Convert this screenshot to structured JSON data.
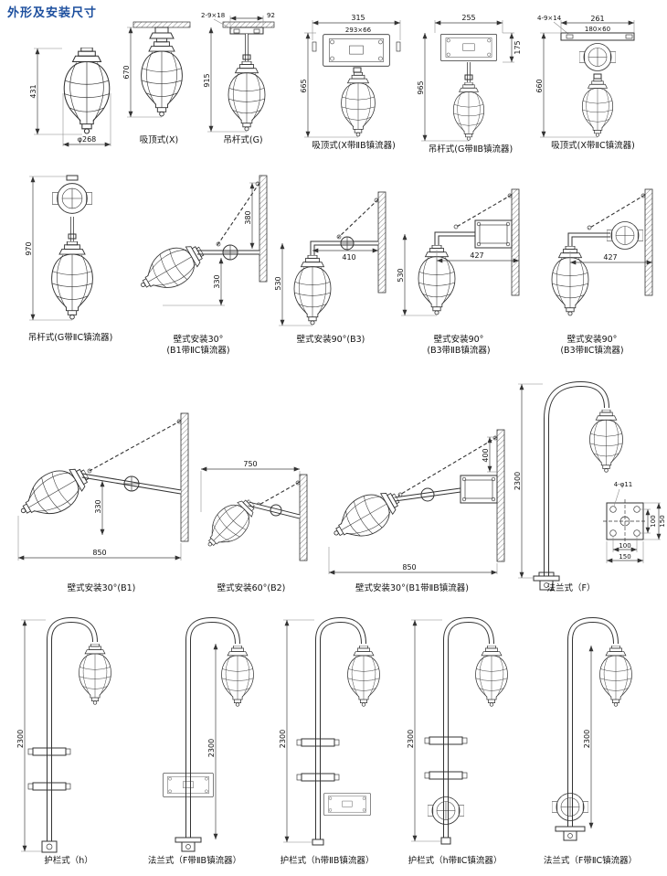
{
  "page": {
    "title": "外形及安装尺寸"
  },
  "colors": {
    "title_blue": "#1d4f9e",
    "line": "#333333"
  },
  "f1": {
    "dim_h": "431",
    "dim_d": "φ268"
  },
  "f2": {
    "caption": "吸顶式(X)",
    "dim_h": "670"
  },
  "f3": {
    "caption": "吊杆式(G)",
    "dim_slots": "2-9×18",
    "dim_w": "92",
    "dim_h": "915"
  },
  "f4": {
    "caption": "吸顶式(X带ⅡB镇流器)",
    "dim_w": "315",
    "dim_box": "293×66",
    "dim_h": "665"
  },
  "f5": {
    "caption": "吊杆式(G带ⅡB镇流器)",
    "dim_w": "255",
    "dim_side": "175",
    "dim_h": "965"
  },
  "f6": {
    "caption": "吸顶式(X带ⅡC镇流器)",
    "dim_slots": "4-9×14",
    "dim_w": "261",
    "dim_box": "180×60",
    "dim_h": "660"
  },
  "f7": {
    "caption": "吊杆式(G带ⅡC镇流器)",
    "dim_h": "970"
  },
  "f8": {
    "caption1": "壁式安装30°",
    "caption2": "(B1带ⅡC镇流器)",
    "dim_wall": "380",
    "dim_drop": "330"
  },
  "f9": {
    "caption": "壁式安装90°(B3)",
    "dim_arm": "410",
    "dim_h": "530"
  },
  "f10": {
    "caption1": "壁式安装90°",
    "caption2": "(B3带ⅡB镇流器)",
    "dim_arm": "427",
    "dim_h": "530"
  },
  "f11": {
    "caption1": "壁式安装90°",
    "caption2": "(B3带ⅡC镇流器)",
    "dim_arm": "427"
  },
  "f12": {
    "caption": "壁式安装30°(B1)",
    "dim_arm": "850",
    "dim_drop": "330"
  },
  "f13": {
    "caption": "壁式安装60°(B2)",
    "dim_arm": "750"
  },
  "f14": {
    "caption": "壁式安装30°(B1带ⅡB镇流器)",
    "dim_arm": "850",
    "dim_wall": "400"
  },
  "f15": {
    "caption": "法兰式（F）",
    "dim_h": "2300",
    "dim_holes": "4-φ11",
    "dim_v_in": "100",
    "dim_v_out": "150",
    "dim_h_in": "100",
    "dim_h_out": "150"
  },
  "f16": {
    "caption": "护栏式（h）",
    "dim_h": "2300"
  },
  "f17": {
    "caption": "法兰式（F带ⅡB镇流器）",
    "dim_h": "2300"
  },
  "f18": {
    "caption": "护栏式（h带ⅡB镇流器）",
    "dim_h": "2300"
  },
  "f19": {
    "caption": "护栏式（h带ⅡC镇流器）",
    "dim_h": "2300"
  },
  "f20": {
    "caption": "法兰式（F带ⅡC镇流器）",
    "dim_h": "2300"
  }
}
